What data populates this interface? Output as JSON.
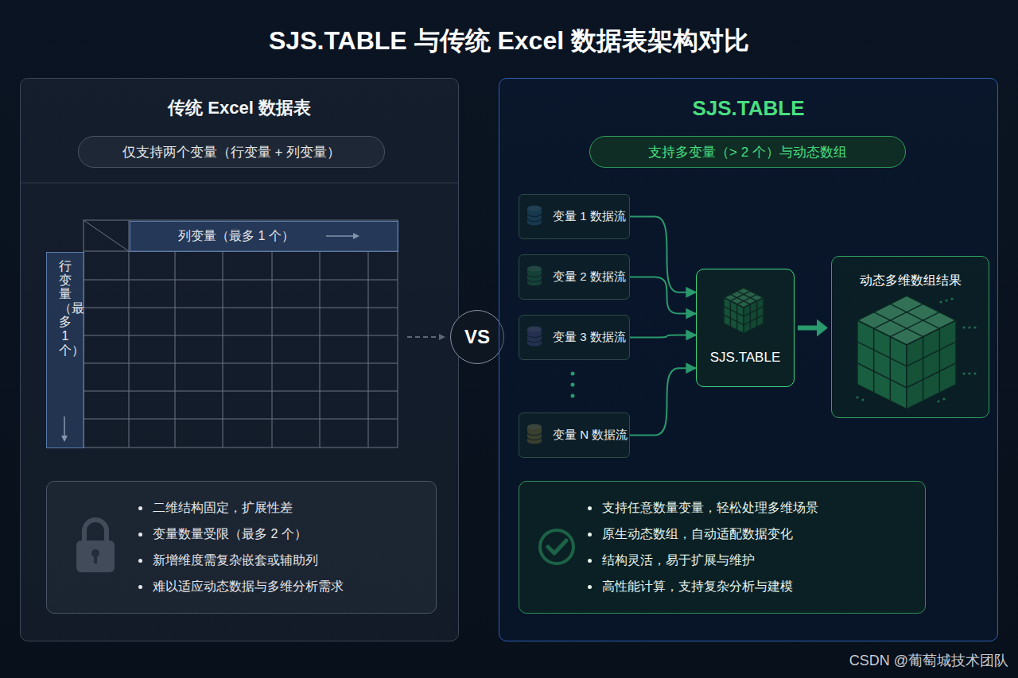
{
  "diagram": {
    "title": "SJS.TABLE 与传统 Excel 数据表架构对比",
    "nodes": [
      {
        "text": [
          "传统 Excel 数据表"
        ]
      },
      {
        "text": [
          "仅支持两个变量（行变量 + 列变量）"
        ],
        "in": 0
      },
      {
        "text": [
          "列变量（最多 1 个）"
        ],
        "in": 0
      },
      {
        "text": [
          "行变量（最多 1 个）"
        ],
        "in": 0
      },
      {
        "text": [
          "二维结构固定，扩展性差",
          "变量数量受限（最多 2 个）",
          "新增维度需复杂嵌套或辅助列",
          "难以适应动态数据与多维分析需求"
        ],
        "in": 0
      },
      {
        "text": [
          "VS"
        ]
      },
      {
        "text": [
          "SJS.TABLE"
        ]
      },
      {
        "text": [
          "支持多变量（> 2 个）与动态数组"
        ],
        "in": 6
      },
      {
        "text": [
          "变量 1 数据流"
        ],
        "in": 6
      },
      {
        "text": [
          "变量 2 数据流"
        ],
        "in": 6
      },
      {
        "text": [
          "变量 3 数据流"
        ],
        "in": 6
      },
      {
        "text": [
          "变量 N 数据流"
        ],
        "in": 6
      },
      {
        "text": [
          "SJS.TABLE"
        ],
        "in": 6
      },
      {
        "text": [
          "动态多维数组结果"
        ],
        "in": 6
      },
      {
        "text": [
          "支持任意数量变量，轻松处理多维场景",
          "原生动态数组，自动适配数据变化",
          "结构灵活，易于扩展与维护",
          "高性能计算，支持复杂分析与建模"
        ],
        "in": 6
      }
    ],
    "edges": [
      {
        "from": 8,
        "to": 12,
        "arrow": "to"
      },
      {
        "from": 9,
        "to": 12,
        "arrow": "to"
      },
      {
        "from": 10,
        "to": 12,
        "arrow": "to"
      },
      {
        "from": 11,
        "to": 12,
        "arrow": "to"
      },
      {
        "from": 12,
        "to": 13,
        "arrow": "to"
      }
    ],
    "labels": [
      "CSDN @葡萄城技术团队"
    ]
  }
}
